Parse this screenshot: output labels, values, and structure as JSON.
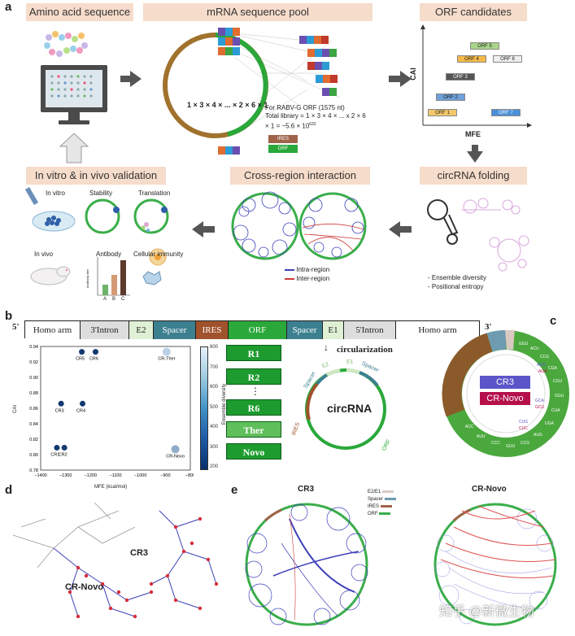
{
  "panel_a": {
    "letter": "a",
    "headers": {
      "amino": "Amino acid sequence",
      "pool": "mRNA sequence pool",
      "orf_candidates": "ORF candidates",
      "validation": "In vitro & in vivo validation",
      "cross_region": "Cross-region interaction",
      "folding": "circRNA folding"
    },
    "pool_text": {
      "line1": "For RABV-G ORF (1575 nt)",
      "line2": "Total library = 1 × 3 × 4 × ... x 2 × 6",
      "line3": "× 1 = ~5.6 × 10",
      "exp": "632",
      "legend_ires": "IRES",
      "legend_orf": "ORF",
      "ring_labels": [
        "1",
        "×",
        "3",
        "×",
        "4",
        "×",
        "...",
        "×",
        "2",
        "×",
        "6",
        "×",
        "1"
      ]
    },
    "orf_axes": {
      "y": "CAI",
      "x": "MFE"
    },
    "orfs": [
      "ORF 5",
      "ORF 4",
      "ORF 6",
      "ORF 3",
      "ORF 2",
      "ORF 1",
      "ORF 7"
    ],
    "validation_labels": {
      "in_vitro": "In vitro",
      "stability": "Stability",
      "translation": "Translation",
      "in_vivo": "In vivo",
      "antibody": "Antibody",
      "cellular": "Cellular immunity",
      "antibody_axis": "Antibody titer",
      "bars": [
        "A",
        "B",
        "C"
      ]
    },
    "cross_legend": {
      "intra": "Intra-region",
      "inter": "Inter-region"
    },
    "folding_notes": [
      "- Ensemble diversity",
      "- Positional entropy"
    ]
  },
  "panel_b": {
    "letter": "b",
    "construct": {
      "end5": "5'",
      "end3": "3'",
      "segments": [
        "Homo arm",
        "3'Intron",
        "E2",
        "Spacer",
        "IRES",
        "ORF",
        "Spacer",
        "E1",
        "5'Intron",
        "Homo arm"
      ]
    },
    "variant_boxes": [
      "R1",
      "R2",
      "⋮",
      "R6",
      "Ther",
      "Novo"
    ],
    "circularization": "circularization",
    "circ_label": "circRNA",
    "circ_arcs": [
      "IRES",
      "ORF",
      "Spacer",
      "E2",
      "E1",
      "Spacer"
    ],
    "colorbar": {
      "label": "Ensemble diversity",
      "ticks": [
        "800",
        "700",
        "600",
        "500",
        "400",
        "300",
        "200"
      ]
    }
  },
  "chart_data": {
    "type": "scatter",
    "xlabel": "MFE (kcal/mol)",
    "ylabel": "CAI",
    "xlim": [
      -1400,
      -800
    ],
    "ylim": [
      0.78,
      0.94
    ],
    "x_ticks": [
      "−1400",
      "−1300",
      "−1200",
      "−1100",
      "−1000",
      "−900",
      "−800"
    ],
    "y_ticks": [
      "0.94",
      "0.92",
      "0.90",
      "0.88",
      "0.86",
      "0.84",
      "0.82",
      "0.80",
      "0.78"
    ],
    "points": [
      {
        "label": "CR5",
        "x": -1235,
        "y": 0.933,
        "diversity": 180
      },
      {
        "label": "CR6",
        "x": -1180,
        "y": 0.933,
        "diversity": 180
      },
      {
        "label": "CR-Ther",
        "x": -895,
        "y": 0.933,
        "diversity": 760
      },
      {
        "label": "CR3",
        "x": -1318,
        "y": 0.866,
        "diversity": 180
      },
      {
        "label": "CR4",
        "x": -1232,
        "y": 0.866,
        "diversity": 180
      },
      {
        "label": "CR1",
        "x": -1335,
        "y": 0.809,
        "diversity": 180
      },
      {
        "label": "CR2",
        "x": -1305,
        "y": 0.809,
        "diversity": 180
      },
      {
        "label": "CR-Novo",
        "x": -860,
        "y": 0.807,
        "diversity": 620
      }
    ]
  },
  "panel_c": {
    "letter": "c",
    "labels": [
      "CR3",
      "CR-Novo"
    ],
    "colors": {
      "cr3": "#5b55c9",
      "novo": "#b5104a",
      "orf": "#4aa83d",
      "ires": "#8b5a2b"
    }
  },
  "panel_d": {
    "letter": "d",
    "labels": [
      "CR-Novo",
      "CR3"
    ]
  },
  "panel_e": {
    "letter": "e",
    "titles": [
      "CR3",
      "CR-Novo"
    ],
    "legend": [
      "E2/E1",
      "Spacer",
      "IRES",
      "ORF"
    ],
    "legend_colors": [
      "#d9c9c0",
      "#6e9bb0",
      "#a0634a",
      "#3aae4a"
    ]
  },
  "watermark": "知乎 @新微生物"
}
